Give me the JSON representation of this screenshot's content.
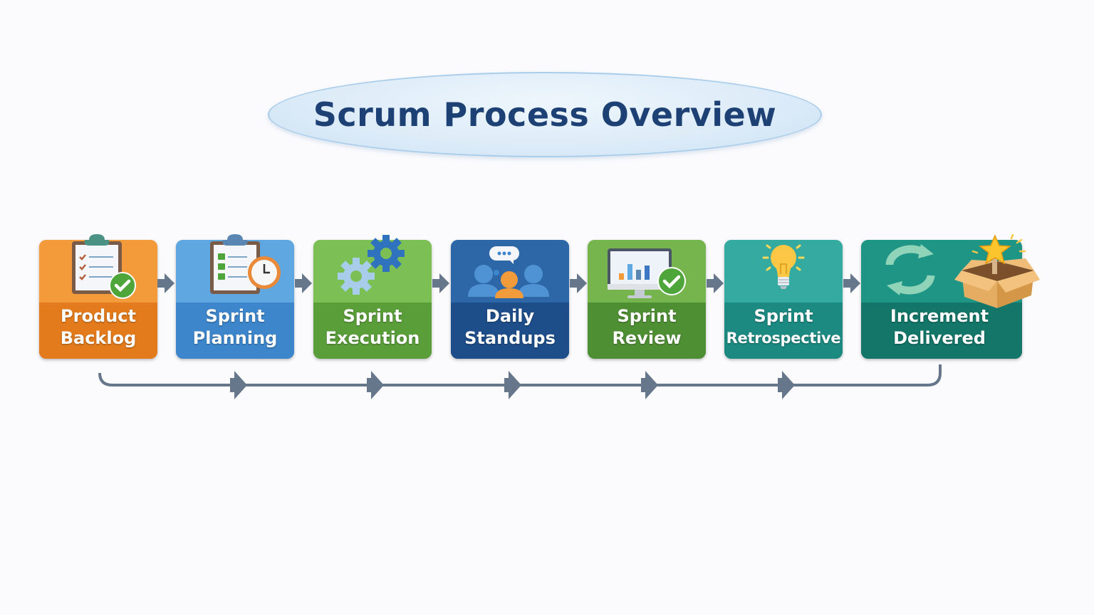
{
  "title": "Scrum Process Overview",
  "steps": [
    {
      "line1": "Product",
      "line2": "Backlog",
      "icon": "clipboard-checklist-icon",
      "color_top": "#f39a3a",
      "color_bottom": "#e37b1c"
    },
    {
      "line1": "Sprint",
      "line2": "Planning",
      "icon": "clipboard-clock-icon",
      "color_top": "#5fa7e0",
      "color_bottom": "#3d86cc"
    },
    {
      "line1": "Sprint",
      "line2": "Execution",
      "icon": "gears-icon",
      "color_top": "#7cbf55",
      "color_bottom": "#5a9e3a"
    },
    {
      "line1": "Daily",
      "line2": "Standups",
      "icon": "team-chat-icon",
      "color_top": "#2e67a8",
      "color_bottom": "#1e4e8a"
    },
    {
      "line1": "Sprint",
      "line2": "Review",
      "icon": "monitor-chart-check-icon",
      "color_top": "#76b44e",
      "color_bottom": "#4f8f34"
    },
    {
      "line1": "Sprint",
      "line2": "Retrospective",
      "icon": "lightbulb-icon",
      "color_top": "#35aaa0",
      "color_bottom": "#1d8a82"
    },
    {
      "line1": "Increment",
      "line2": "Delivered",
      "icon": "cycle-arrows-icon",
      "color_top": "#1f9585",
      "color_bottom": "#137668"
    }
  ],
  "extra_icon": "open-box-star-icon",
  "connector_color": "#66778c"
}
